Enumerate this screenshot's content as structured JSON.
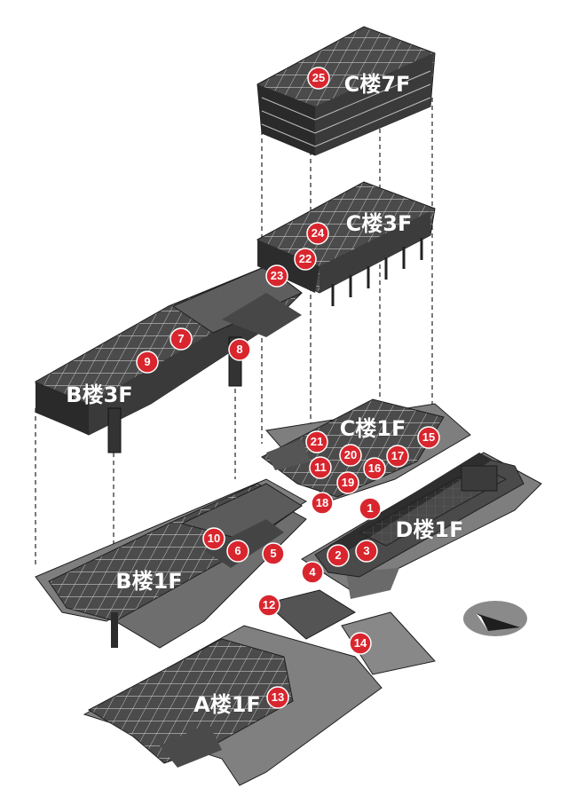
{
  "floors": [
    {
      "id": "c7f",
      "label": "C楼7F"
    },
    {
      "id": "c3f",
      "label": "C楼3F"
    },
    {
      "id": "b3f",
      "label": "B楼3F"
    },
    {
      "id": "c1f",
      "label": "C楼1F"
    },
    {
      "id": "d1f",
      "label": "D楼1F"
    },
    {
      "id": "b1f",
      "label": "B楼1F"
    },
    {
      "id": "a1f",
      "label": "A楼1F"
    }
  ],
  "markers": [
    "1",
    "2",
    "3",
    "4",
    "5",
    "6",
    "7",
    "8",
    "9",
    "10",
    "11",
    "12",
    "13",
    "14",
    "15",
    "16",
    "17",
    "18",
    "19",
    "20",
    "21",
    "22",
    "23",
    "24",
    "25"
  ],
  "colors": {
    "marker": "#d9262e",
    "building_dark": "#3a3a3a",
    "building_mid": "#5a5a5a",
    "slab": "#8a8a8a",
    "ground": "#7a7a7a",
    "outline": "#1e1e1e"
  },
  "icons": {
    "compass": "north-arrow-icon"
  }
}
